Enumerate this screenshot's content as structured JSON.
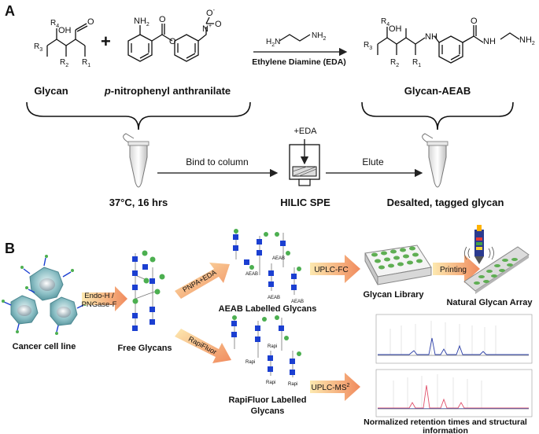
{
  "panel_a": {
    "letter": "A",
    "glycan_label": "Glycan",
    "pnpa_italic": "p",
    "pnpa_rest": "-nitrophenyl anthranilate",
    "eda_label": "Ethylene Diamine (EDA)",
    "product_label": "Glycan-AEAB",
    "plus_sign": "+",
    "temp_label": "37°C, 16 hrs",
    "bind_label": "Bind to column",
    "eda_add_label": "+EDA",
    "hilic_label": "HILIC SPE",
    "elute_label": "Elute",
    "desalted_label": "Desalted, tagged glycan",
    "chem": {
      "oh": "OH",
      "r": "R",
      "sub1": "1",
      "sub2": "2",
      "sub3": "3",
      "sub4": "4",
      "nh": "NH",
      "nh2": "NH",
      "two": "2",
      "o": "O",
      "n": "N",
      "ominus": "O",
      "minus": "-",
      "plus": "+",
      "h2n": "H",
      "h2nsub": "2",
      "nsym": "N"
    }
  },
  "panel_b": {
    "letter": "B",
    "cancer_label": "Cancer cell line",
    "endo_label_1": "Endo-H /",
    "endo_label_2": "PNGase-F",
    "free_glycans_label": "Free Glycans",
    "pnpa_eda_label": "PNPA+EDA",
    "rapifluor_arrow_label": "RapiFluor",
    "aeab_glycans_label": "AEAB Labelled Glycans",
    "rapifluor_glycans_1": "RapiFluor Labelled",
    "rapifluor_glycans_2": "Glycans",
    "uplc_fc_label": "UPLC-FC",
    "uplc_ms_label": "UPLC-MS",
    "uplc_ms_sup": "2",
    "glycan_library_label": "Glycan Library",
    "printing_label": "Printing",
    "array_label": "Natural Glycan Array",
    "retention_label_1": "Normalized retention times and structural",
    "retention_label_2": "information",
    "aeab_tag": "AEAB",
    "rapi_tag": "Rapi"
  },
  "colors": {
    "mannose_green": "#4caf50",
    "glcnac_blue": "#1b3fd1",
    "arrow_orange_start": "#fde7a0",
    "arrow_orange_end": "#f28a5a",
    "cell_teal": "#5d9ea6",
    "chrom_pink": "#e0506a",
    "chrom_blue": "#2c3fa8"
  }
}
